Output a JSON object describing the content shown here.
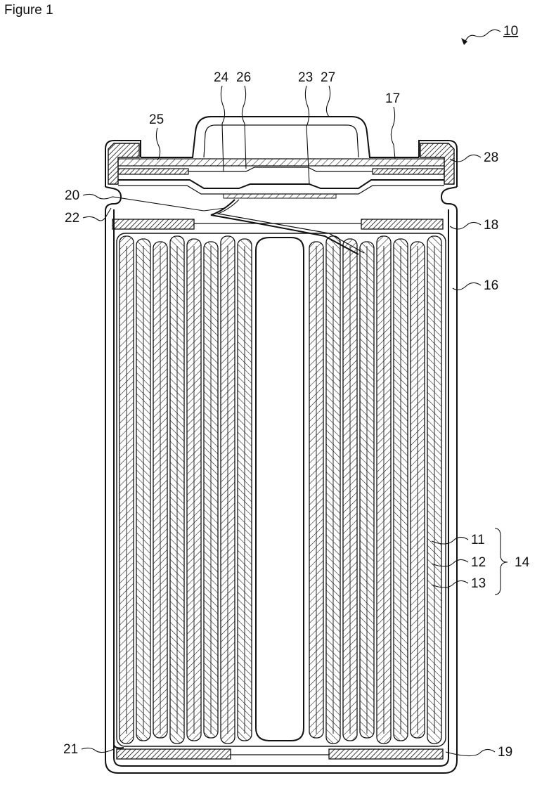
{
  "figure": {
    "title": "Figure 1",
    "ref_main": "10"
  },
  "labels": {
    "l24": "24",
    "l26": "26",
    "l23": "23",
    "l27": "27",
    "l25": "25",
    "l17": "17",
    "l28": "28",
    "l20": "20",
    "l22": "22",
    "l18": "18",
    "l16": "16",
    "l11": "11",
    "l12": "12",
    "l13": "13",
    "l14": "14",
    "l21": "21",
    "l19": "19"
  }
}
